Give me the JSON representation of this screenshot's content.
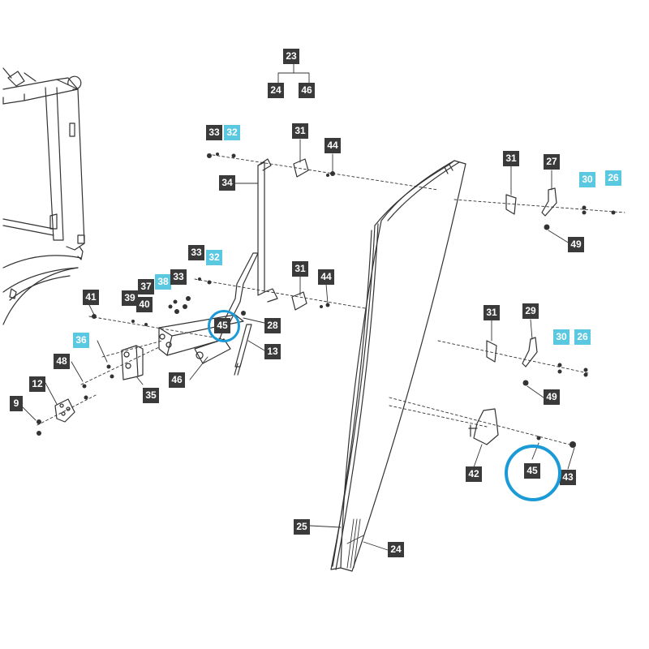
{
  "colors": {
    "label_dark": "#3a3a3a",
    "label_highlight": "#5ac8e0",
    "ring_highlight": "#1a9ad6",
    "line": "#333333"
  },
  "labels": [
    {
      "id": "l23",
      "text": "23",
      "style": "dark"
    },
    {
      "id": "l24a",
      "text": "24",
      "style": "dark"
    },
    {
      "id": "l46a",
      "text": "46",
      "style": "dark"
    },
    {
      "id": "l33a",
      "text": "33",
      "style": "dark"
    },
    {
      "id": "l32a",
      "text": "32",
      "style": "cyan"
    },
    {
      "id": "l31a",
      "text": "31",
      "style": "dark"
    },
    {
      "id": "l44a",
      "text": "44",
      "style": "dark"
    },
    {
      "id": "l34",
      "text": "34",
      "style": "dark"
    },
    {
      "id": "l31b",
      "text": "31",
      "style": "dark"
    },
    {
      "id": "l27",
      "text": "27",
      "style": "dark"
    },
    {
      "id": "l30a",
      "text": "30",
      "style": "cyan"
    },
    {
      "id": "l26a",
      "text": "26",
      "style": "cyan"
    },
    {
      "id": "l49a",
      "text": "49",
      "style": "dark"
    },
    {
      "id": "l33b",
      "text": "33",
      "style": "dark"
    },
    {
      "id": "l32b",
      "text": "32",
      "style": "cyan"
    },
    {
      "id": "l31c",
      "text": "31",
      "style": "dark"
    },
    {
      "id": "l44b",
      "text": "44",
      "style": "dark"
    },
    {
      "id": "l37",
      "text": "37",
      "style": "dark"
    },
    {
      "id": "l38",
      "text": "38",
      "style": "cyan"
    },
    {
      "id": "l33c",
      "text": "33",
      "style": "dark"
    },
    {
      "id": "l41",
      "text": "41",
      "style": "dark"
    },
    {
      "id": "l39",
      "text": "39",
      "style": "dark"
    },
    {
      "id": "l40",
      "text": "40",
      "style": "dark"
    },
    {
      "id": "l45a",
      "text": "45",
      "style": "dark"
    },
    {
      "id": "l28",
      "text": "28",
      "style": "dark"
    },
    {
      "id": "l13",
      "text": "13",
      "style": "dark"
    },
    {
      "id": "l31d",
      "text": "31",
      "style": "dark"
    },
    {
      "id": "l29",
      "text": "29",
      "style": "dark"
    },
    {
      "id": "l30b",
      "text": "30",
      "style": "cyan"
    },
    {
      "id": "l26b",
      "text": "26",
      "style": "cyan"
    },
    {
      "id": "l36",
      "text": "36",
      "style": "cyan"
    },
    {
      "id": "l48",
      "text": "48",
      "style": "dark"
    },
    {
      "id": "l46b",
      "text": "46",
      "style": "dark"
    },
    {
      "id": "l35",
      "text": "35",
      "style": "dark"
    },
    {
      "id": "l12",
      "text": "12",
      "style": "dark"
    },
    {
      "id": "l49b",
      "text": "49",
      "style": "dark"
    },
    {
      "id": "l9",
      "text": "9",
      "style": "dark"
    },
    {
      "id": "l42",
      "text": "42",
      "style": "dark"
    },
    {
      "id": "l45b",
      "text": "45",
      "style": "dark"
    },
    {
      "id": "l43",
      "text": "43",
      "style": "dark"
    },
    {
      "id": "l25",
      "text": "25",
      "style": "dark"
    },
    {
      "id": "l24b",
      "text": "24",
      "style": "dark"
    }
  ]
}
